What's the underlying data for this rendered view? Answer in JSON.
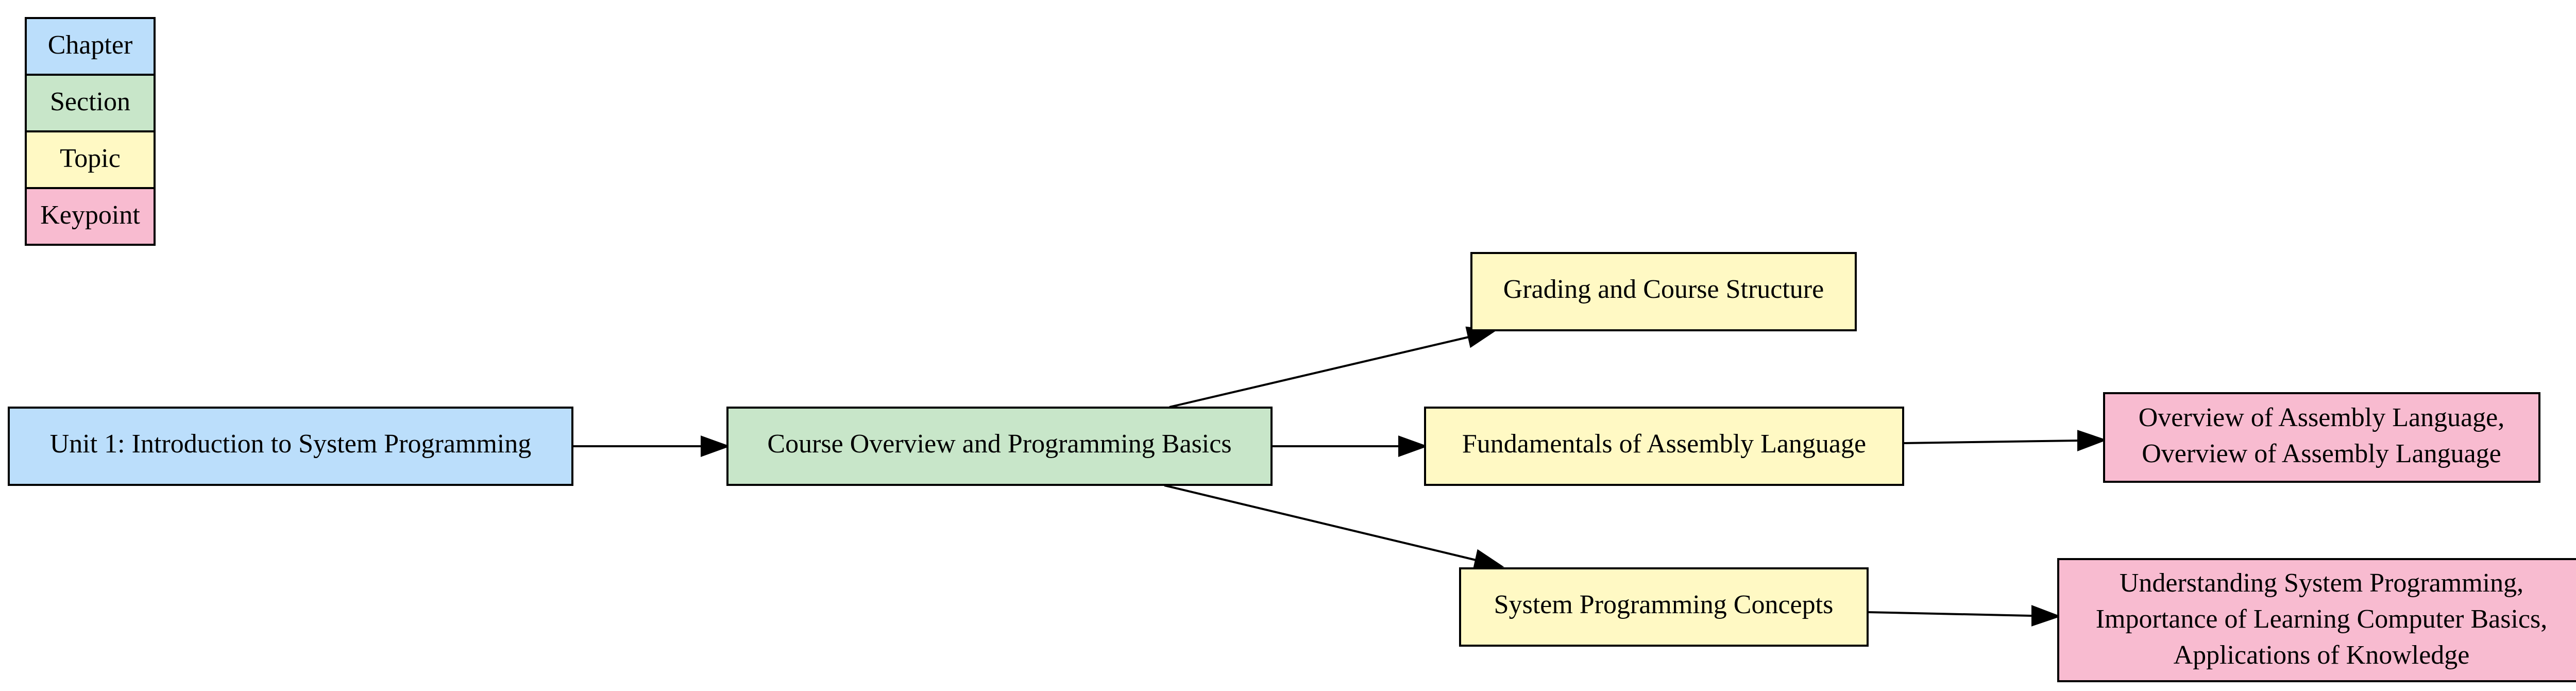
{
  "legend": {
    "items": [
      {
        "key": "chapter",
        "label": "Chapter",
        "color": "#bbdefb"
      },
      {
        "key": "section",
        "label": "Section",
        "color": "#c8e6c9"
      },
      {
        "key": "topic",
        "label": "Topic",
        "color": "#fff9c4"
      },
      {
        "key": "keypoint",
        "label": "Keypoint",
        "color": "#f8bbd0"
      }
    ]
  },
  "nodes": {
    "unit1": {
      "kind": "chapter",
      "lines": [
        "Unit 1: Introduction to System Programming"
      ]
    },
    "overview": {
      "kind": "section",
      "lines": [
        "Course Overview and Programming Basics"
      ]
    },
    "grading": {
      "kind": "topic",
      "lines": [
        "Grading and Course Structure"
      ]
    },
    "assembly": {
      "kind": "topic",
      "lines": [
        "Fundamentals of Assembly Language"
      ]
    },
    "sysconcepts": {
      "kind": "topic",
      "lines": [
        "System Programming Concepts"
      ]
    },
    "kp_assembly": {
      "kind": "keypoint",
      "lines": [
        "Overview of Assembly Language,",
        "Overview of Assembly Language"
      ]
    },
    "kp_sysprog": {
      "kind": "keypoint",
      "lines": [
        "Understanding System Programming,",
        "Importance of Learning Computer Basics,",
        "Applications of Knowledge"
      ]
    }
  },
  "edges": [
    {
      "from": "unit1",
      "to": "overview"
    },
    {
      "from": "overview",
      "to": "grading"
    },
    {
      "from": "overview",
      "to": "assembly"
    },
    {
      "from": "overview",
      "to": "sysconcepts"
    },
    {
      "from": "assembly",
      "to": "kp_assembly"
    },
    {
      "from": "sysconcepts",
      "to": "kp_sysprog"
    }
  ]
}
